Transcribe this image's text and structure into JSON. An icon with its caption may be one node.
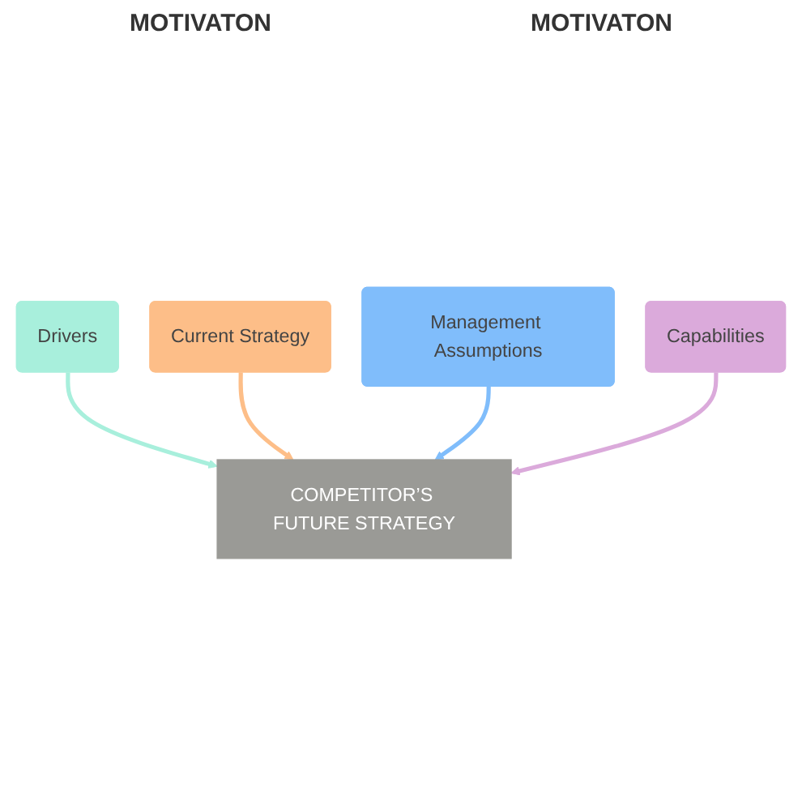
{
  "diagram": {
    "nodes": [
      {
        "text": [
          "Drivers"
        ]
      },
      {
        "text": [
          "Current Strategy"
        ]
      },
      {
        "text": [
          "COMPETITOR’S FUTURE STRATEGY"
        ]
      },
      {
        "text": [
          "Management Assumptions"
        ]
      },
      {
        "text": [
          "Capabilities"
        ]
      }
    ],
    "edges": [
      {
        "from": 0,
        "to": 2,
        "arrow": "to",
        "color": "#a8efdc"
      },
      {
        "from": 1,
        "to": 2,
        "arrow": "to",
        "color": "#fdbe88"
      },
      {
        "from": 3,
        "to": 2,
        "arrow": "to",
        "color": "#80bdfb"
      },
      {
        "from": 4,
        "to": 2,
        "arrow": "to",
        "color": "#dbaadb"
      }
    ],
    "labels": [
      "MOTIVATON",
      "MOTIVATON"
    ]
  }
}
